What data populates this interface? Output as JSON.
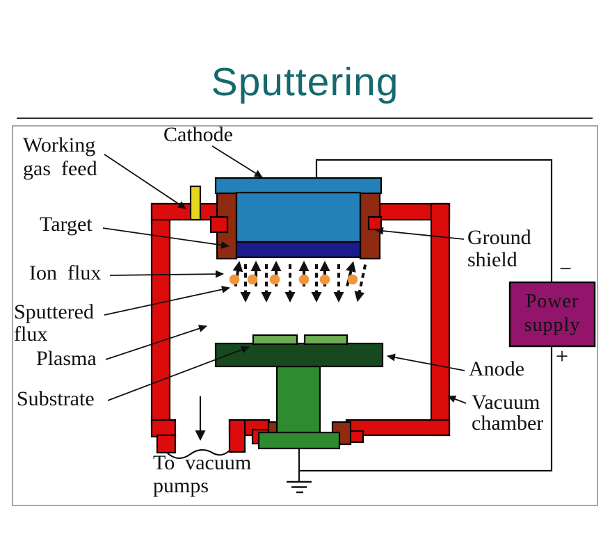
{
  "title": "Sputtering",
  "diagram": {
    "labels": {
      "cathode": [
        "Cathode"
      ],
      "working_gas_feed": [
        "Working",
        "gas  feed"
      ],
      "target": [
        "Target"
      ],
      "ion_flux": [
        "Ion  flux"
      ],
      "sputtered_flux": [
        "Sputtered",
        "flux"
      ],
      "plasma": [
        "Plasma"
      ],
      "substrate": [
        "Substrate"
      ],
      "ground_shield": [
        "Ground",
        "shield"
      ],
      "anode": [
        "Anode"
      ],
      "vacuum_chamber": [
        "Vacuum",
        "chamber"
      ],
      "to_vacuum_pumps": [
        "To  vacuum",
        "pumps"
      ],
      "power_supply": [
        "Power",
        "supply"
      ],
      "negative_terminal": "−",
      "positive_terminal": "+"
    },
    "colors": {
      "title_teal": "#15696E",
      "chamber_red": "#DD0C0C",
      "shield_brown": "#8E2B11",
      "cathode_blue": "#2480B8",
      "target_navy": "#1A1C8E",
      "anode_dark_green": "#17491F",
      "substrate_light_green": "#6CAE53",
      "stem_green": "#2E8B2F",
      "gas_feed_yellow": "#E6D51F",
      "plasma_orange": "#F0953C",
      "power_supply_purple": "#92156B",
      "power_supply_text": "#4A0E45"
    }
  }
}
